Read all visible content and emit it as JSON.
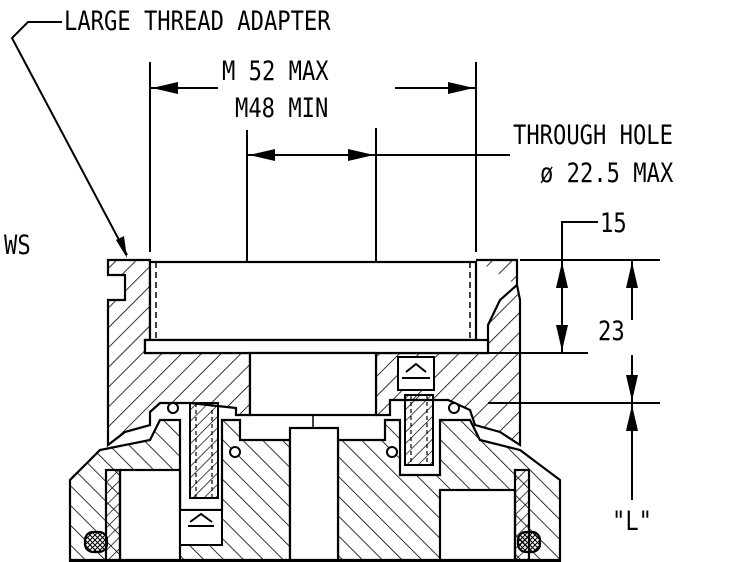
{
  "labels": {
    "adapter": "LARGE THREAD ADAPTER",
    "max_thread": "M 52  MAX",
    "min_thread": "M48 MIN",
    "through_hole_1": "THROUGH HOLE",
    "through_hole_2": "ø 22.5 MAX",
    "ws": "WS",
    "dim_15": "15",
    "dim_23": "23",
    "dim_L": "\"L\""
  },
  "colors": {
    "line": "#000000",
    "background": "#ffffff"
  }
}
